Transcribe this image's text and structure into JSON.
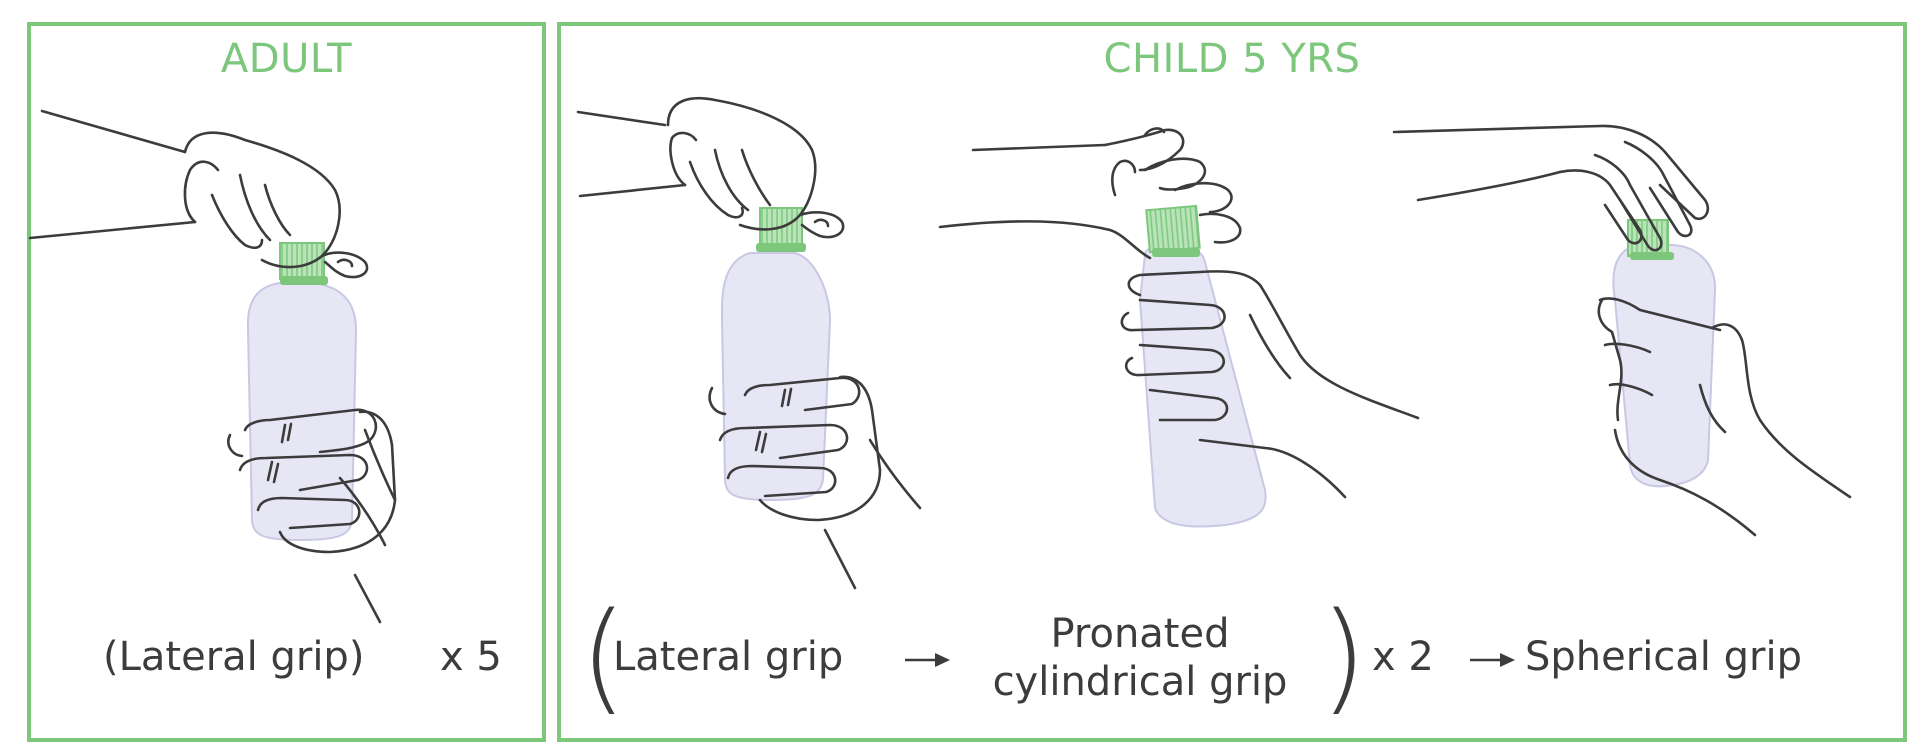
{
  "adult": {
    "title": "ADULT",
    "caption": "(Lateral grip)",
    "multiplier": "x 5"
  },
  "child": {
    "title": "CHILD 5 YRS",
    "sequence": {
      "step1": "Lateral grip",
      "step2_line1": "Pronated",
      "step2_line2": "cylindrical grip",
      "repeat": "x 2",
      "final": "Spherical grip"
    }
  },
  "colors": {
    "accent_green": "#7cc77c",
    "bottle_fill": "#e6e6f5",
    "line": "#3c3c3c"
  },
  "icons": [
    "adult-lateral-grip-illustration",
    "child-lateral-grip-illustration",
    "child-pronated-cylindrical-grip-illustration",
    "child-spherical-grip-illustration",
    "arrow-right-icon"
  ]
}
